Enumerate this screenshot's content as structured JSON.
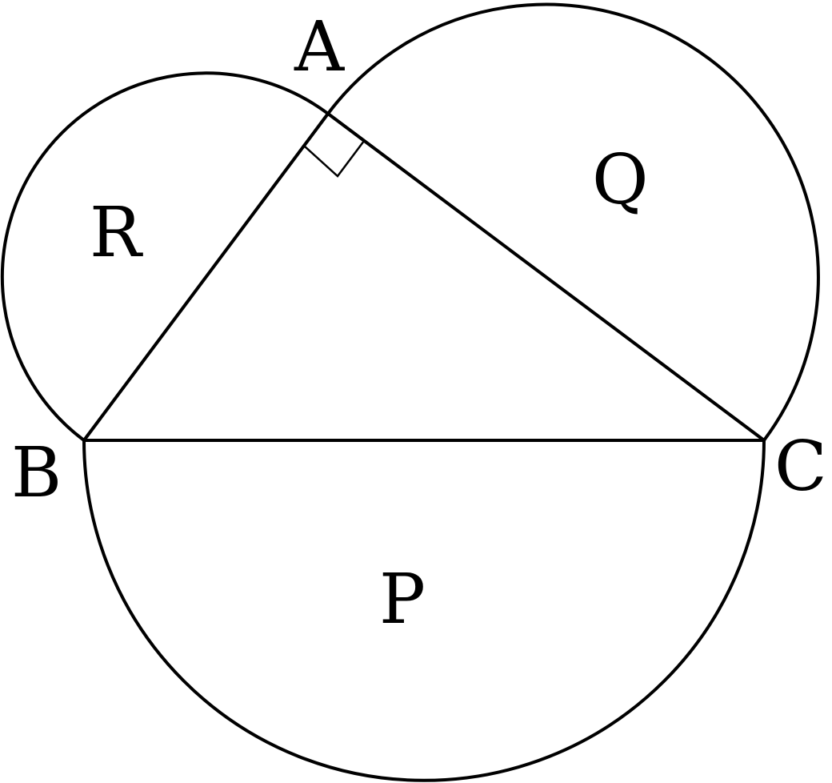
{
  "vertices": {
    "a": "A",
    "b": "B",
    "c": "C"
  },
  "regions": {
    "p": "P",
    "q": "Q",
    "r": "R"
  },
  "colors": {
    "shaded_fill": "#f1f7e1",
    "stroke": "#000000",
    "background": "#ffffff"
  },
  "right_angle_at": "A"
}
